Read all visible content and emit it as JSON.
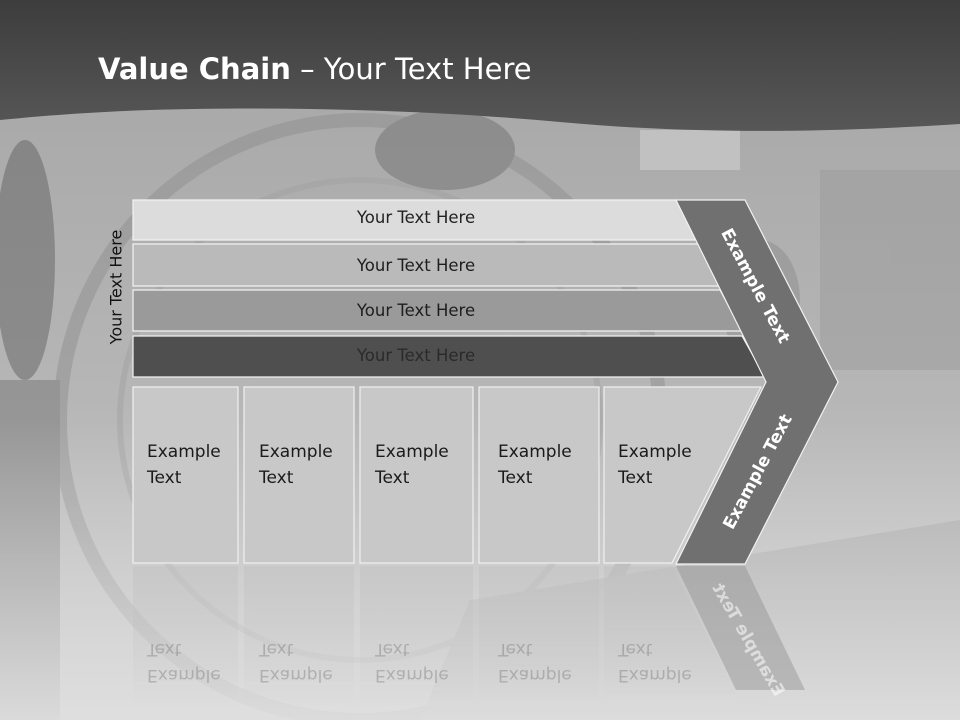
{
  "slide": {
    "title_bold": "Value Chain",
    "title_rest": " – Your Text Here",
    "side_label": "Your Text Here",
    "bars": [
      "Your Text Here",
      "Your Text Here",
      "Your Text Here",
      "Your Text Here"
    ],
    "boxes": [
      "Example\nText",
      "Example\nText",
      "Example\nText",
      "Example\nText",
      "Example\nText"
    ],
    "chevron_upper": "Example Text",
    "chevron_lower": "Example Text"
  },
  "colors": {
    "header": "#4a4a4a",
    "bar1": "#dcdcdc",
    "bar2": "#b9b9b9",
    "bar3": "#999999",
    "bar4": "#4e4e4e",
    "box": "#c8c8c8",
    "chevron": "#6e6e6e"
  }
}
